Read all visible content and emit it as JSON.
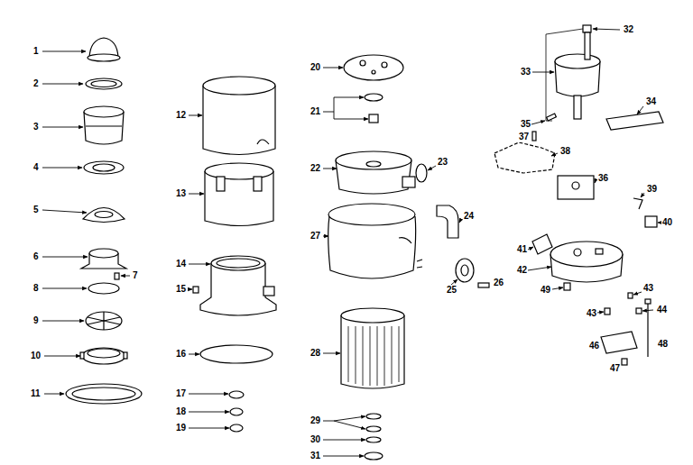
{
  "diagram": {
    "labels": [
      "1",
      "2",
      "3",
      "4",
      "5",
      "6",
      "7",
      "8",
      "9",
      "10",
      "11",
      "12",
      "13",
      "14",
      "15",
      "16",
      "17",
      "18",
      "19",
      "20",
      "21",
      "22",
      "23",
      "24",
      "25",
      "26",
      "27",
      "28",
      "29",
      "30",
      "31",
      "32",
      "33",
      "34",
      "35",
      "36",
      "37",
      "38",
      "39",
      "40",
      "41",
      "42",
      "43",
      "44",
      "43",
      "46",
      "47",
      "48",
      "49"
    ]
  }
}
